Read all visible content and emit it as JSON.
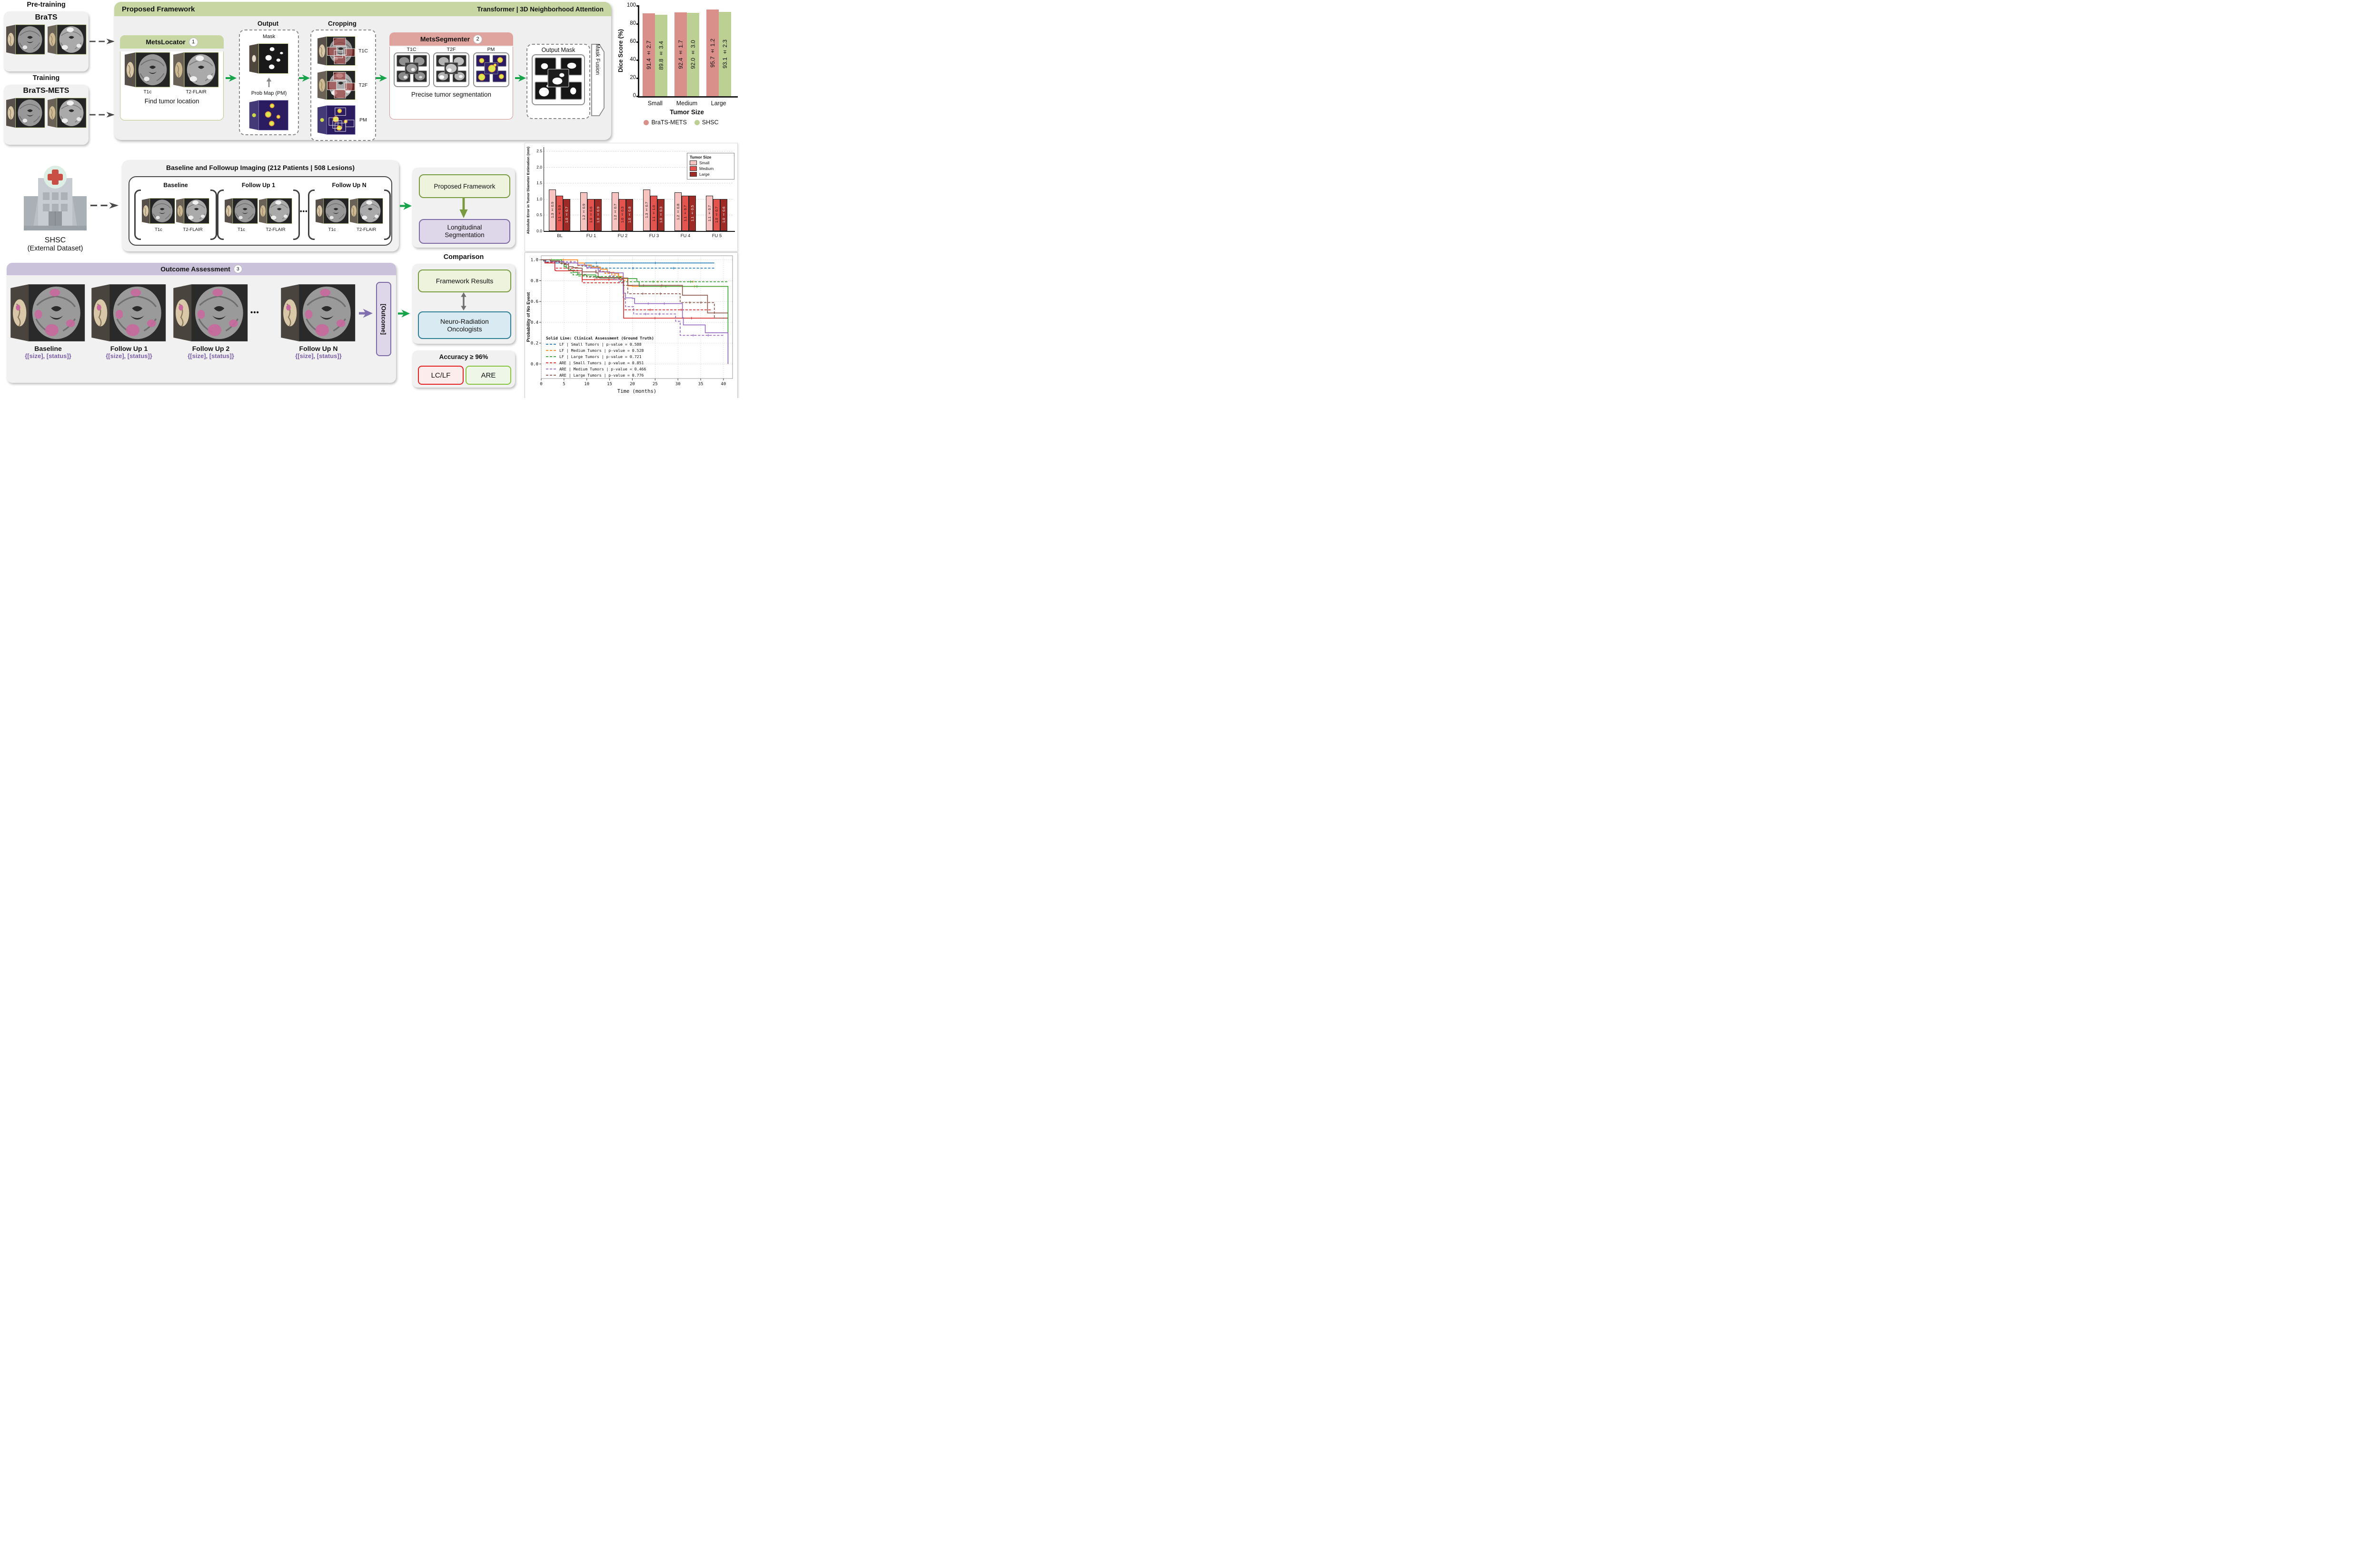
{
  "pretraining": {
    "label": "Pre-training",
    "dataset": "BraTS"
  },
  "training": {
    "label": "Training",
    "dataset": "BraTS-METS"
  },
  "framework": {
    "title": "Proposed Framework",
    "header_right": "Transformer  | 3D Neighborhood Attention",
    "metslocator": {
      "title": "MetsLocator",
      "step": "1",
      "mod1": "T1c",
      "mod2": "T2-FLAIR",
      "caption": "Find tumor location"
    },
    "output": {
      "title": "Output",
      "mask_label": "Mask",
      "pm_label": "Prob Map (PM)"
    },
    "cropping": {
      "title": "Cropping",
      "labels": [
        "T1C",
        "T2F",
        "PM"
      ]
    },
    "metssegmenter": {
      "title": "MetsSegmenter",
      "step": "2",
      "labels": [
        "T1C",
        "T2F",
        "PM"
      ],
      "caption": "Precise tumor segmentation"
    },
    "output_mask_title": "Output Mask",
    "mask_fusion": "Mask Fusion"
  },
  "external_dataset": {
    "name": "SHSC",
    "subtitle": "(External Dataset)"
  },
  "imaging": {
    "title": "Baseline and Followup Imaging (212 Patients | 508 Lesions)",
    "groups": [
      {
        "label": "Baseline",
        "mod1": "T1c",
        "mod2": "T2-FLAIR"
      },
      {
        "label": "Follow Up 1",
        "mod1": "T1c",
        "mod2": "T2-FLAIR"
      },
      {
        "label": "Follow Up N",
        "mod1": "T1c",
        "mod2": "T2-FLAIR"
      }
    ],
    "dots": "•••"
  },
  "pipeline": {
    "box1": "Proposed Framework",
    "box2_line1": "Longitudinal",
    "box2_line2": "Segmentation"
  },
  "outcome": {
    "title": "Outcome Assessment",
    "step": "3",
    "items": [
      {
        "label": "Baseline",
        "sub": "{[size], [status]}"
      },
      {
        "label": "Follow Up 1",
        "sub": "{[size], [status]}"
      },
      {
        "label": "Follow Up 2",
        "sub": "{[size], [status]}"
      },
      {
        "label": "Follow Up N",
        "sub": "{[size], [status]}"
      }
    ],
    "dots": "•••",
    "outcome_label": "[Outcome]"
  },
  "comparison": {
    "title": "Comparison",
    "box1": "Framework Results",
    "box2_line1": "Neuro-Radiation",
    "box2_line2": "Oncologists",
    "accuracy": "Accuracy ≥ 96%",
    "btn1": "LC/LF",
    "btn2": "ARE"
  },
  "chart_data": [
    {
      "type": "bar",
      "title": "",
      "categories": [
        "Small",
        "Medium",
        "Large"
      ],
      "series": [
        {
          "name": "BraTS-METS",
          "color": "#d9908b",
          "values": [
            91.4,
            92.4,
            95.7
          ],
          "labels": [
            "91.4 ± 2.7",
            "92.4 ± 1.7",
            "95.7 ± 1.2"
          ]
        },
        {
          "name": "SHSC",
          "color": "#bdd094",
          "values": [
            89.8,
            92.0,
            93.1
          ],
          "labels": [
            "89.8 ± 3.4",
            "92.0 ± 3.0",
            "93.1 ± 2.3"
          ]
        }
      ],
      "xlabel": "Tumor Size",
      "ylabel": "Dice Score (%)",
      "ylim": [
        0,
        100
      ],
      "yticks": [
        0,
        20,
        40,
        60,
        80,
        100
      ],
      "grid": false,
      "legend_position": "bottom"
    },
    {
      "type": "bar",
      "title": "",
      "categories": [
        "BL",
        "FU 1",
        "FU 2",
        "FU 3",
        "FU 4",
        "FU 5"
      ],
      "series": [
        {
          "name": "Small",
          "color": "#f6c3c1",
          "values": [
            1.3,
            1.2,
            1.2,
            1.3,
            1.2,
            1.1
          ],
          "labels": [
            "1.3 ± 0.9",
            "1.2 ± 0.9",
            "1.2 ± 0.7",
            "1.3 ± 0.7",
            "1.2 ± 0.8",
            "1.1 ± 0.7"
          ]
        },
        {
          "name": "Medium",
          "color": "#e4534e",
          "values": [
            1.1,
            1.0,
            1.0,
            1.1,
            1.1,
            1.0
          ],
          "labels": [
            "1.1 ± 0.9",
            "1.0 ± 0.6",
            "1.0 ± 0.3",
            "1.1 ± 1.0",
            "1.1 ± 0.7",
            "1.0 ± 0.7"
          ]
        },
        {
          "name": "Large",
          "color": "#9e2a25",
          "values": [
            1.0,
            1.0,
            1.0,
            1.0,
            1.1,
            1.0
          ],
          "labels": [
            "1.0 ± 0.7",
            "1.0 ± 0.9",
            "1.0 ± 0.8",
            "1.0 ± 0.3",
            "1.1 ± 0.5",
            "1.0 ± 0.6"
          ]
        }
      ],
      "xlabel": "",
      "ylabel": "Absolute Error in Tumor Diameter Estimation (mm)",
      "ylim": [
        0,
        2.5
      ],
      "yticks": [
        0,
        0.5,
        1.0,
        1.5,
        2.0,
        2.5
      ],
      "grid": true,
      "legend_title": "Tumor Size",
      "legend_position": "top-right"
    },
    {
      "type": "line",
      "title": "",
      "xlabel": "Time (months)",
      "ylabel": "Probability of No Event",
      "xlim": [
        0,
        42
      ],
      "ylim": [
        -0.14,
        1.04
      ],
      "xticks": [
        0,
        5,
        10,
        15,
        20,
        25,
        30,
        35,
        40
      ],
      "yticks": [
        0.0,
        0.2,
        0.4,
        0.6,
        0.8,
        1.0
      ],
      "grid": true,
      "legend_title": "Solid Line: Clinical Assessment (Ground Truth)",
      "series": [
        {
          "id": "LF-small-solid",
          "color": "#1f77b4",
          "dash": false,
          "in_legend": false,
          "points": [
            [
              0,
              1
            ],
            [
              0.5,
              0.99
            ],
            [
              1,
              0.97
            ],
            [
              38,
              0.97
            ]
          ]
        },
        {
          "id": "LF-small-dashed",
          "name": "LF  | Small Tumors  | p-value = 0.588",
          "color": "#1f77b4",
          "dash": true,
          "in_legend": true,
          "points": [
            [
              0,
              1
            ],
            [
              1,
              0.98
            ],
            [
              3,
              0.97
            ],
            [
              9,
              0.94
            ],
            [
              12.5,
              0.92
            ],
            [
              38,
              0.92
            ]
          ]
        },
        {
          "id": "LF-medium-solid",
          "color": "#ff7f0e",
          "dash": false,
          "in_legend": false,
          "points": [
            [
              0,
              1
            ],
            [
              7.5,
              1
            ],
            [
              8,
              0.97
            ],
            [
              9.5,
              0.95
            ],
            [
              11,
              0.93
            ],
            [
              13,
              0.91
            ],
            [
              14.5,
              0.88
            ],
            [
              16,
              0.87
            ],
            [
              17,
              0.84
            ],
            [
              18,
              0.82
            ],
            [
              19,
              0.75
            ],
            [
              20,
              0.745
            ],
            [
              41,
              0.745
            ]
          ]
        },
        {
          "id": "LF-medium-dashed",
          "name": "LF  | Medium Tumors | p-value = 0.528",
          "color": "#ff7f0e",
          "dash": true,
          "in_legend": true,
          "points": [
            [
              0,
              1
            ],
            [
              6.5,
              0.97
            ],
            [
              8,
              0.945
            ],
            [
              10,
              0.92
            ],
            [
              12,
              0.89
            ],
            [
              14,
              0.87
            ],
            [
              15.5,
              0.855
            ],
            [
              17,
              0.83
            ],
            [
              18,
              0.8
            ],
            [
              19,
              0.79
            ],
            [
              41,
              0.79
            ]
          ]
        },
        {
          "id": "LF-large-solid",
          "color": "#2ca02c",
          "dash": false,
          "in_legend": false,
          "points": [
            [
              0,
              1
            ],
            [
              4.5,
              0.97
            ],
            [
              5,
              0.935
            ],
            [
              5.5,
              0.92
            ],
            [
              6,
              0.9
            ],
            [
              7,
              0.88
            ],
            [
              8,
              0.86
            ],
            [
              9,
              0.855
            ],
            [
              12,
              0.835
            ],
            [
              13,
              0.825
            ],
            [
              19,
              0.82
            ],
            [
              21,
              0.79
            ],
            [
              21.5,
              0.745
            ],
            [
              41,
              0.745
            ],
            [
              41,
              0
            ]
          ]
        },
        {
          "id": "LF-large-dashed",
          "name": "LF  | Large Tumors  | p-value = 0.721",
          "color": "#2ca02c",
          "dash": true,
          "in_legend": true,
          "points": [
            [
              0,
              1
            ],
            [
              4.5,
              0.96
            ],
            [
              5.5,
              0.93
            ],
            [
              6,
              0.91
            ],
            [
              6.5,
              0.875
            ],
            [
              7,
              0.855
            ],
            [
              8,
              0.845
            ],
            [
              10,
              0.84
            ],
            [
              17,
              0.835
            ],
            [
              17.5,
              0.79
            ],
            [
              41,
              0.79
            ]
          ]
        },
        {
          "id": "ARE-small-solid",
          "color": "#d62728",
          "dash": false,
          "in_legend": false,
          "points": [
            [
              0,
              1
            ],
            [
              0.8,
              0.97
            ],
            [
              3,
              0.9
            ],
            [
              3.2,
              0.895
            ],
            [
              9,
              0.81
            ],
            [
              18,
              0.81
            ],
            [
              18.1,
              0.44
            ],
            [
              41,
              0.44
            ]
          ]
        },
        {
          "id": "ARE-small-dashed",
          "name": "ARE | Small Tumors  | p-value = 0.851",
          "color": "#d62728",
          "dash": true,
          "in_legend": true,
          "points": [
            [
              0,
              1
            ],
            [
              0.8,
              0.975
            ],
            [
              3,
              0.92
            ],
            [
              9,
              0.78
            ],
            [
              18,
              0.775
            ],
            [
              18.1,
              0.52
            ],
            [
              37.5,
              0.52
            ]
          ]
        },
        {
          "id": "ARE-medium-solid",
          "color": "#9467bd",
          "dash": false,
          "in_legend": false,
          "points": [
            [
              0,
              1
            ],
            [
              2,
              0.985
            ],
            [
              5,
              0.97
            ],
            [
              8,
              0.95
            ],
            [
              10,
              0.925
            ],
            [
              11,
              0.92
            ],
            [
              12.5,
              0.9
            ],
            [
              13,
              0.885
            ],
            [
              15,
              0.875
            ],
            [
              18,
              0.68
            ],
            [
              18.5,
              0.635
            ],
            [
              20,
              0.63
            ],
            [
              20.5,
              0.58
            ],
            [
              30.5,
              0.58
            ],
            [
              31,
              0.445
            ],
            [
              31.2,
              0.375
            ],
            [
              35.5,
              0.375
            ],
            [
              36,
              0.3
            ],
            [
              41,
              0.3
            ],
            [
              41,
              0
            ]
          ]
        },
        {
          "id": "ARE-medium-dashed",
          "name": "ARE | Medium Tumors | p-value = 0.466",
          "color": "#9467bd",
          "dash": true,
          "in_legend": true,
          "points": [
            [
              0,
              1
            ],
            [
              2,
              0.98
            ],
            [
              8,
              0.95
            ],
            [
              10,
              0.92
            ],
            [
              12,
              0.885
            ],
            [
              15,
              0.845
            ],
            [
              16,
              0.81
            ],
            [
              17,
              0.79
            ],
            [
              18,
              0.625
            ],
            [
              18.5,
              0.55
            ],
            [
              20.3,
              0.48
            ],
            [
              29,
              0.48
            ],
            [
              29.5,
              0.41
            ],
            [
              30.5,
              0.275
            ],
            [
              40,
              0.275
            ]
          ]
        },
        {
          "id": "ARE-large-solid",
          "color": "#8c564b",
          "dash": false,
          "in_legend": false,
          "points": [
            [
              0,
              1
            ],
            [
              2,
              0.99
            ],
            [
              4,
              0.97
            ],
            [
              5,
              0.955
            ],
            [
              6,
              0.935
            ],
            [
              7,
              0.925
            ],
            [
              8,
              0.92
            ],
            [
              9,
              0.885
            ],
            [
              12,
              0.875
            ],
            [
              12.5,
              0.83
            ],
            [
              17,
              0.825
            ],
            [
              19,
              0.755
            ],
            [
              30.5,
              0.755
            ],
            [
              31,
              0.66
            ],
            [
              36,
              0.66
            ],
            [
              36.5,
              0.49
            ],
            [
              41,
              0.49
            ]
          ]
        },
        {
          "id": "ARE-large-dashed",
          "name": "ARE | Large Tumors  | p-value = 0.776",
          "color": "#8c564b",
          "dash": true,
          "in_legend": true,
          "points": [
            [
              0,
              1
            ],
            [
              2,
              0.985
            ],
            [
              4,
              0.965
            ],
            [
              6,
              0.9
            ],
            [
              8,
              0.875
            ],
            [
              9,
              0.86
            ],
            [
              10,
              0.835
            ],
            [
              12,
              0.825
            ],
            [
              17,
              0.82
            ],
            [
              18,
              0.755
            ],
            [
              19,
              0.675
            ],
            [
              30,
              0.675
            ],
            [
              30.5,
              0.59
            ],
            [
              37.5,
              0.59
            ],
            [
              38,
              0.44
            ],
            [
              41,
              0.44
            ]
          ]
        }
      ]
    }
  ]
}
